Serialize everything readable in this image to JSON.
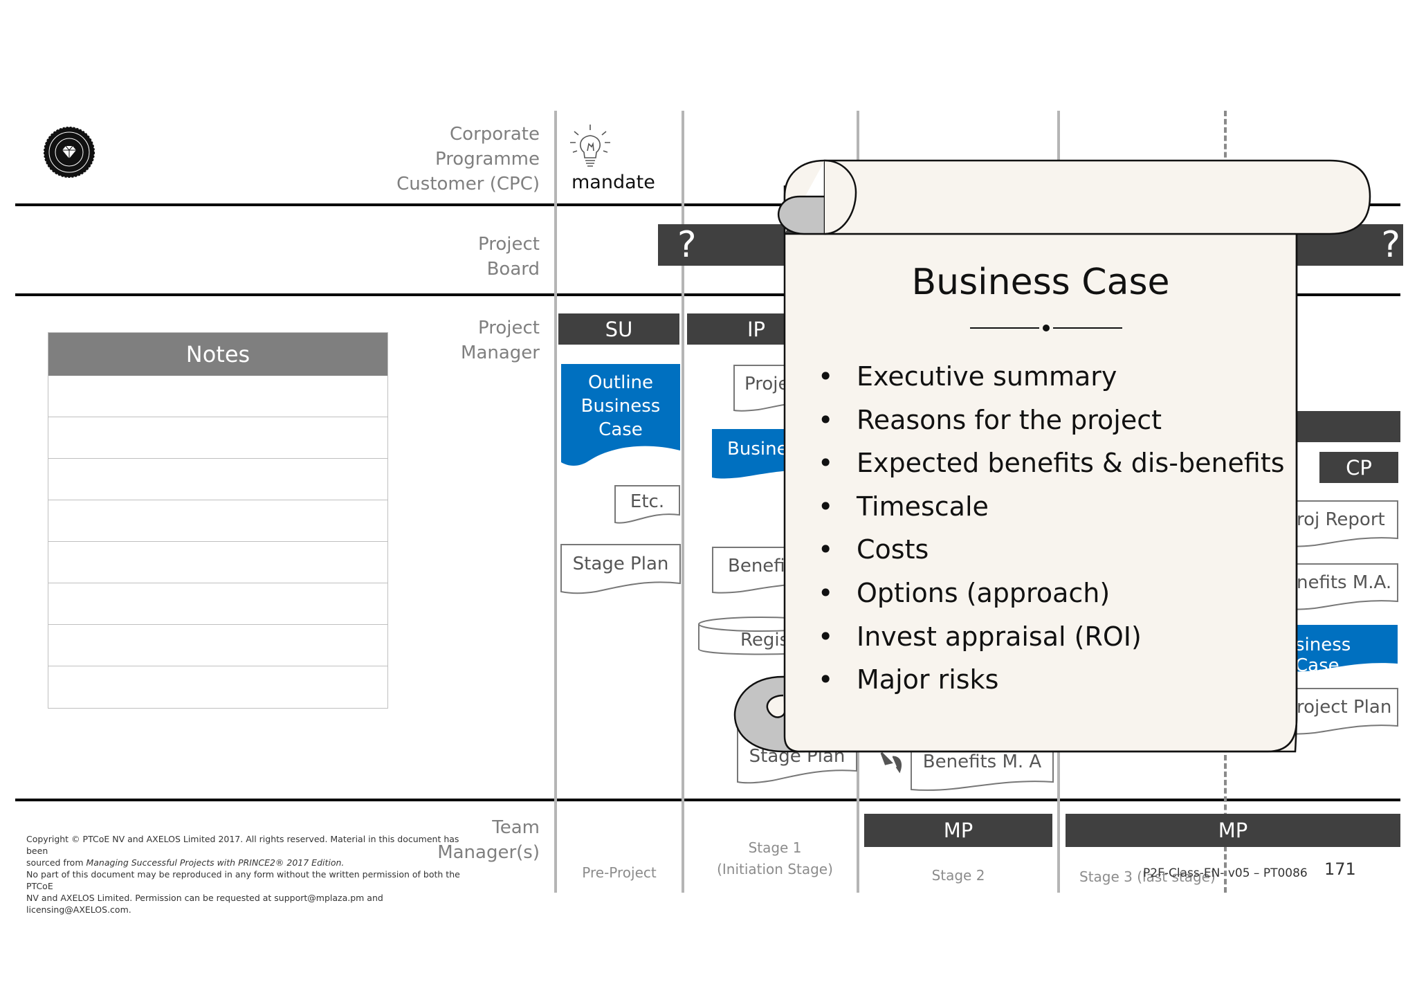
{
  "roles": {
    "cpc": "Corporate\nProgramme\nCustomer (CPC)",
    "board": "Project\nBoard",
    "pm": "Project\nManager",
    "team": "Team\nManager(s)"
  },
  "mandate": "mandate",
  "notes": {
    "title": "Notes",
    "row_count": 8
  },
  "question_marks": [
    "?",
    "?"
  ],
  "process_bars": {
    "su": "SU",
    "ip": "IP",
    "cp": "CP",
    "mp1": "MP",
    "mp2": "MP"
  },
  "docs": {
    "outline_bc": "Outline\nBusiness\nCase",
    "etc": "Etc.",
    "stage_plan_su": "Stage Plan",
    "proj_ip": "Proje",
    "business_ip": "Busine",
    "benefit_ip": "Benefi",
    "regis_ip": "Regis",
    "stage_plan_ip": "Stage Plan",
    "benefits_ma_s2": "Benefits M. A",
    "end_proj_report": "roj Report",
    "benefits_ma_right": "nefits M.A.",
    "business_case_right": "siness Case",
    "project_plan_right": "roject Plan"
  },
  "stages": {
    "pre_project": "Pre-Project",
    "stage1": "Stage 1\n(Initiation Stage)",
    "stage2": "Stage 2",
    "stage3": "Stage 3 (last stage)"
  },
  "scroll": {
    "title": "Business Case",
    "bullets": [
      "Executive summary",
      "Reasons for the project",
      "Expected benefits & dis-benefits",
      "Timescale",
      "Costs",
      "Options (approach)",
      "Invest appraisal (ROI)",
      "Major risks"
    ]
  },
  "footer": {
    "copyright_line1": "Copyright © PTCoE NV and AXELOS Limited 2017. All rights reserved. Material in this document has been",
    "copyright_line2_a": "sourced from ",
    "copyright_line2_b": "Managing Successful Projects with PRINCE2® 2017 Edition.",
    "copyright_line3": "No part of this document may be reproduced in any form without the written permission of both the PTCoE",
    "copyright_line4": "NV and AXELOS Limited. Permission can be requested at support@mplaza.pm and licensing@AXELOS.com.",
    "doc_code": "P2F-Class-EN- v05 – PT0086",
    "page_number": "171"
  },
  "colors": {
    "blue": "#0070c0",
    "dark": "#404040",
    "scroll_bg": "#f8f4ee",
    "curl": "#c4c4c4"
  }
}
